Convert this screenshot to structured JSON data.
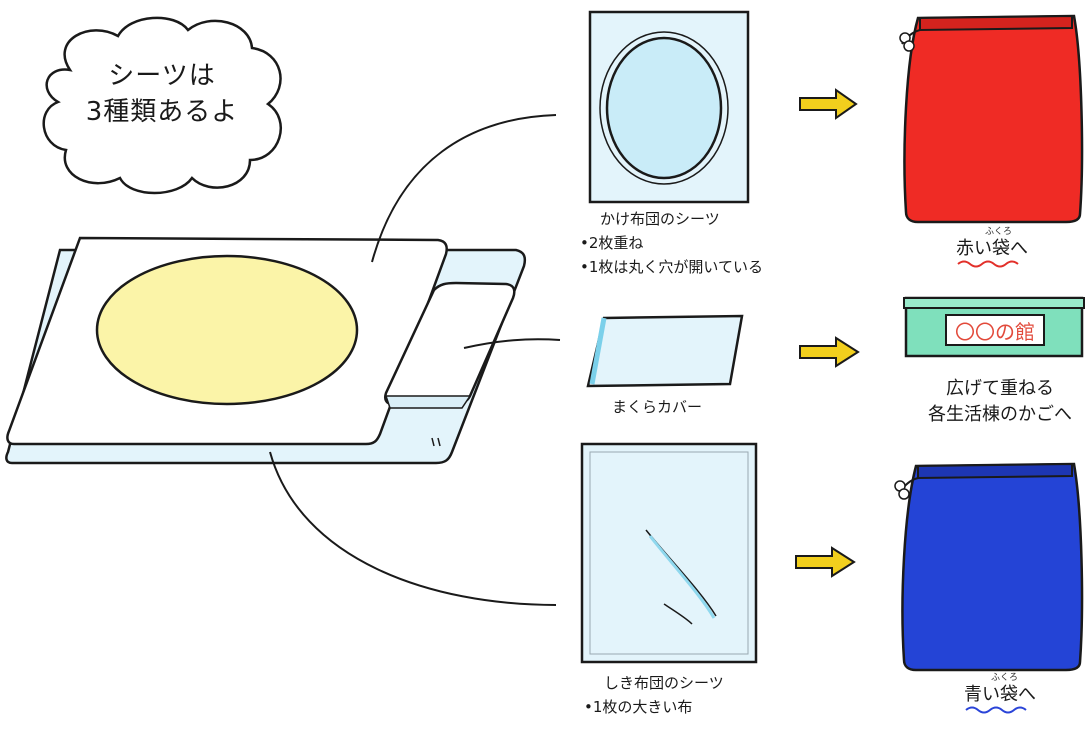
{
  "bubble": {
    "line1": "シーツは",
    "line2": "3種類あるよ"
  },
  "duvet_sheet": {
    "title": "かけ布団のシーツ",
    "note1": "•2枚重ね",
    "note2": "•1枚は丸く穴が開いている"
  },
  "pillow_cover": {
    "title": "まくらカバー"
  },
  "mattress_sheet": {
    "title": "しき布団のシーツ",
    "note1": "•1枚の大きい布"
  },
  "red_bag": {
    "label_pre": "赤い",
    "label_kanji": "袋",
    "label_post": "へ",
    "ruby": "ふくろ",
    "color": "#ef2b25"
  },
  "box": {
    "label": "〇〇の館",
    "caption1": "広げて重ねる",
    "caption2": "各生活棟のかごへ",
    "color": "#7fe0bc"
  },
  "blue_bag": {
    "label_pre": "青い",
    "label_kanji": "袋",
    "label_post": "へ",
    "ruby": "ふくろ",
    "color": "#2444d6"
  },
  "colors": {
    "sheet_blue": "#dff3fb",
    "yellow_oval": "#fbf4a8",
    "arrow": "#f2cf1d",
    "wave_red": "#e2302a",
    "wave_blue": "#2a44d8"
  }
}
